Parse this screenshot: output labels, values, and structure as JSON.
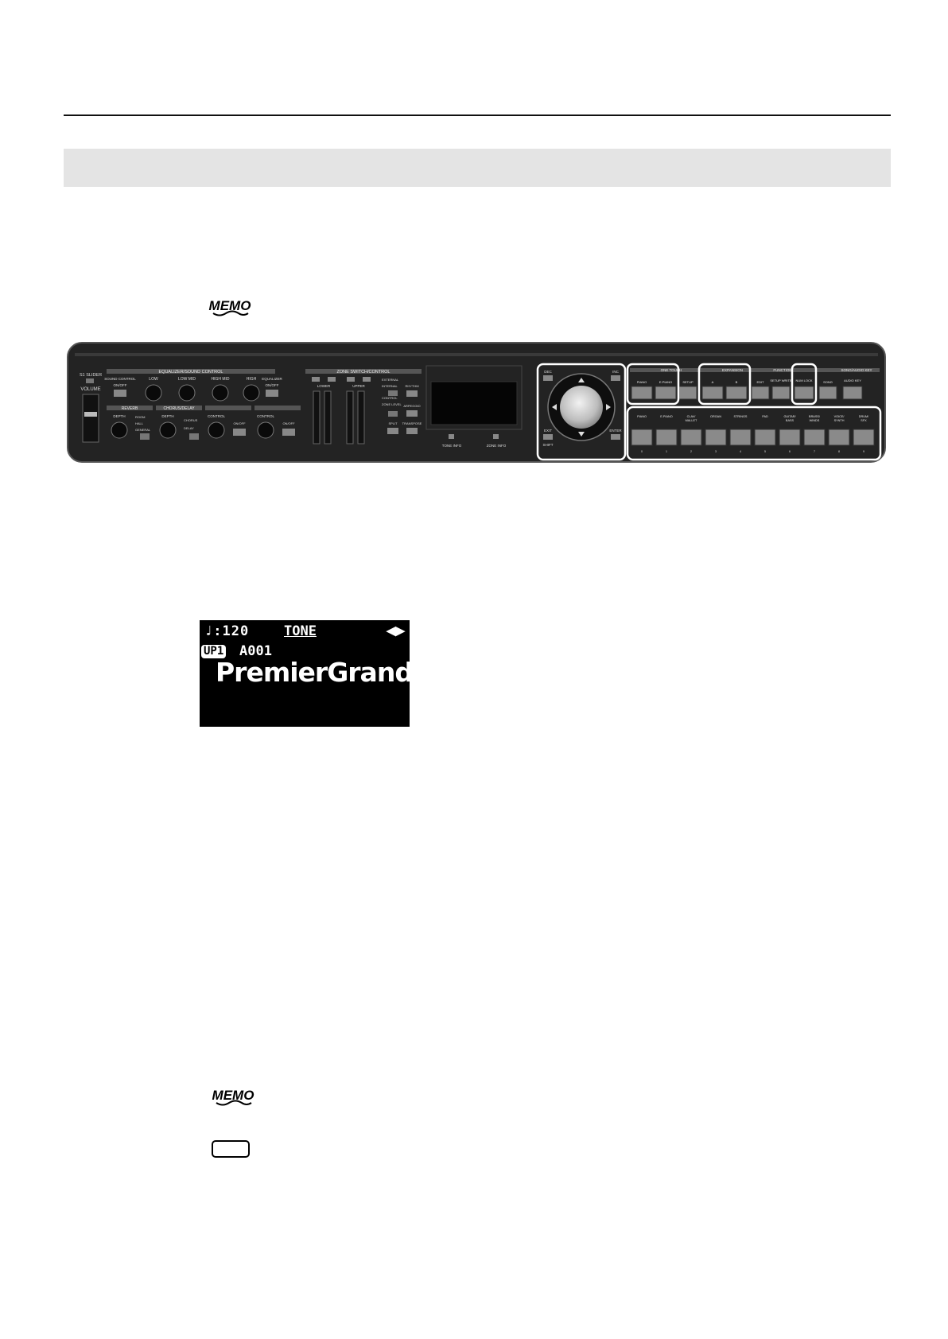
{
  "memo_label": "MEMO",
  "panel": {
    "slider_label": "S1 SLIDER",
    "volume_label": "VOLUME",
    "eq_header": "EQUALIZER/SOUND CONTROL",
    "eq_knobs": [
      "LOW",
      "LOW MID",
      "HIGH MID",
      "HIGH"
    ],
    "sound_control": "SOUND CONTROL",
    "equalizer": "EQUALIZER",
    "on_off": "ON/OFF",
    "reverb": "REVERB",
    "depth": "DEPTH",
    "reverb_types": [
      "ROOM",
      "HALL",
      "GENERAL"
    ],
    "chorus_delay": "CHORUS/DELAY",
    "chorus": "CHORUS",
    "delay": "DELAY",
    "control": "CONTROL",
    "zone_header": "ZONE SWITCH/CONTROL",
    "lower": "LOWER",
    "upper": "UPPER",
    "zone_options": [
      "EXTERNAL",
      "INTERNAL",
      "CONTROL",
      "ZONE LEVEL"
    ],
    "rhythm": "RHYTHM",
    "arpeggio": "ARPEGGIO",
    "split": "SPLIT",
    "transpose": "TRANSPOSE",
    "tone_info": "TONE INFO",
    "zone_info": "ZONE INFO",
    "dec": "DEC",
    "inc": "INC",
    "exit": "EXIT",
    "shift": "SHIFT",
    "enter": "ENTER",
    "one_touch": "ONE TOUCH",
    "piano": "PIANO",
    "e_piano": "E.PIANO",
    "setup": "SETUP",
    "expansion": "EXPANSION",
    "exp_a": "A",
    "exp_b": "B",
    "function": "FUNCTION",
    "edit": "EDIT",
    "setup_write": "SETUP WRITE",
    "num_lock": "NUM LOCK",
    "song_audio_key": "SONG/AUDIO KEY",
    "song": "SONG",
    "audio_key": "AUDIO KEY",
    "tone_buttons": [
      "PIANO",
      "E.PIANO",
      "CLAV/ MALLET",
      "ORGAN",
      "STRINGS",
      "PAD",
      "GUITAR/ BASS",
      "BRASS/ WINDS",
      "VOICE/ SYNTH",
      "DRUM/ SFX"
    ],
    "tone_numbers": [
      "0",
      "1",
      "2",
      "3",
      "4",
      "5",
      "6",
      "7",
      "8",
      "9"
    ]
  },
  "lcd": {
    "tempo": "♩:120",
    "title": "TONE",
    "arrows": "◀▶",
    "part": "UP1",
    "tone_number": "A001",
    "tone_name": "PremierGrand"
  }
}
